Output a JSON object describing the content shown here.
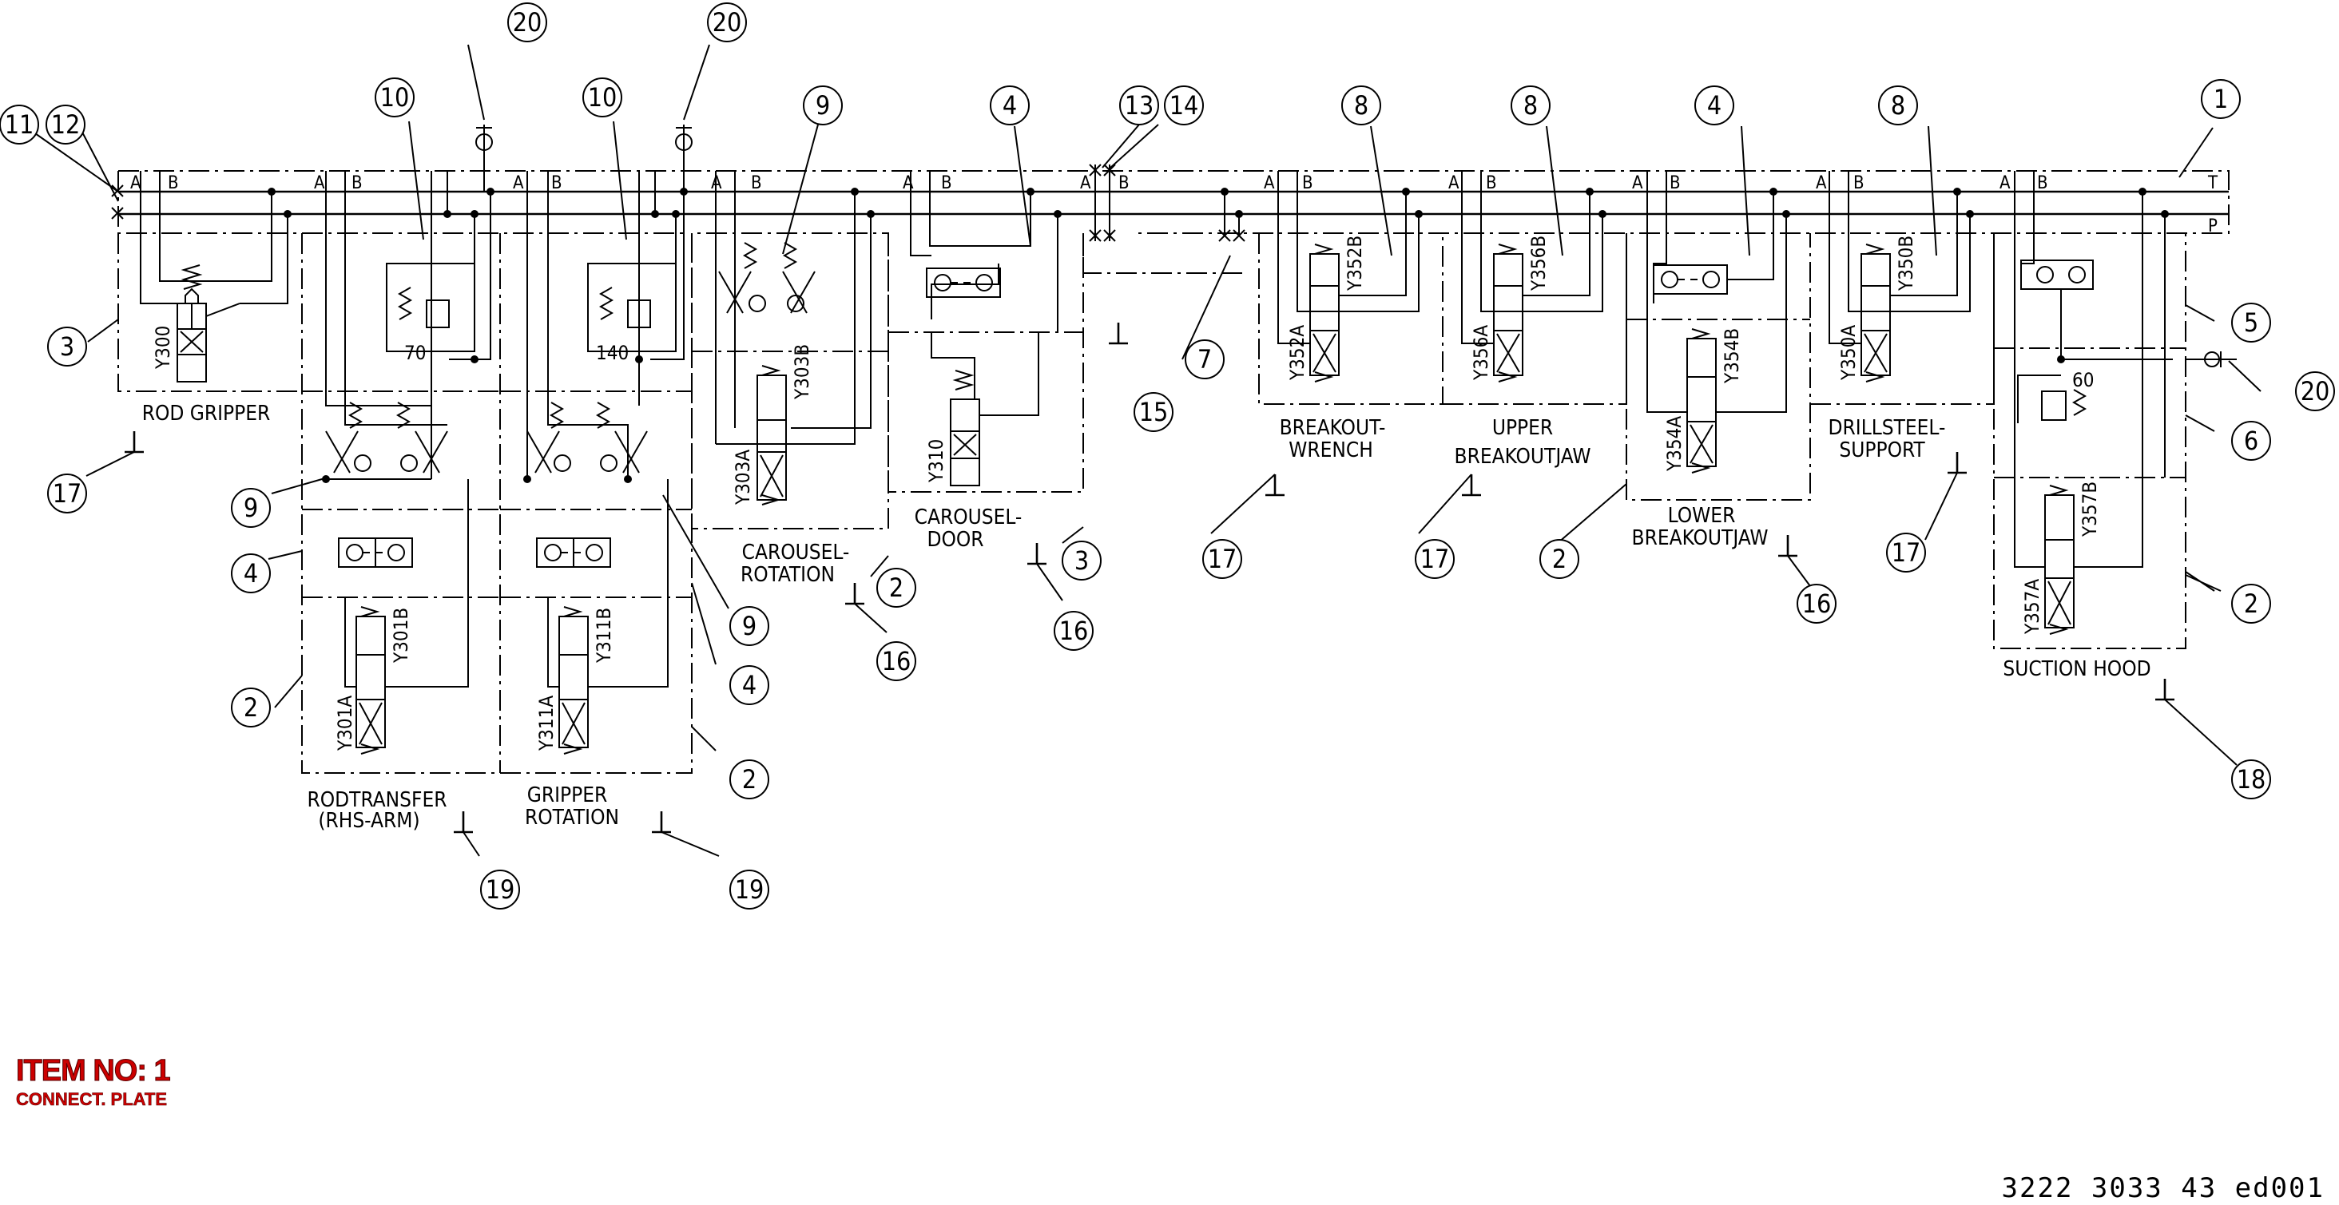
{
  "header": {
    "item_no": "ITEM NO: 1",
    "item_desc": "CONNECT. PLATE"
  },
  "footer": {
    "doc_no": "3222 3033 43 ed001"
  },
  "rail": {
    "t": "T",
    "p": "P",
    "port_a": "A",
    "port_b": "B"
  },
  "sections": {
    "rod_gripper": "ROD GRIPPER",
    "rodtransfer_1": "RODTRANSFER",
    "rodtransfer_2": "(RHS-ARM)",
    "gripper_1": "GRIPPER",
    "gripper_2": "ROTATION",
    "carousel_rot_1": "CAROUSEL-",
    "carousel_rot_2": "ROTATION",
    "carousel_door_1": "CAROUSEL-",
    "carousel_door_2": "DOOR",
    "breakout_1": "BREAKOUT-",
    "breakout_2": "WRENCH",
    "upper_1": "UPPER",
    "upper_2": "BREAKOUTJAW",
    "lower_1": "LOWER",
    "lower_2": "BREAKOUTJAW",
    "drillsteel_1": "DRILLSTEEL-",
    "drillsteel_2": "SUPPORT",
    "suction": "SUCTION HOOD"
  },
  "solenoids": {
    "y300": "Y300",
    "y301a": "Y301A",
    "y301b": "Y301B",
    "y311a": "Y311A",
    "y311b": "Y311B",
    "y303a": "Y303A",
    "y303b": "Y303B",
    "y310": "Y310",
    "y352a": "Y352A",
    "y352b": "Y352B",
    "y356a": "Y356A",
    "y356b": "Y356B",
    "y354a": "Y354A",
    "y354b": "Y354B",
    "y350a": "Y350A",
    "y350b": "Y350B",
    "y357a": "Y357A",
    "y357b": "Y357B"
  },
  "pressures": {
    "p70": "70",
    "p140": "140",
    "p60": "60"
  },
  "balloons": {
    "b1": "1",
    "b2": "2",
    "b3": "3",
    "b4": "4",
    "b5": "5",
    "b6": "6",
    "b7": "7",
    "b8": "8",
    "b9": "9",
    "b10": "10",
    "b11": "11",
    "b12": "12",
    "b13": "13",
    "b14": "14",
    "b15": "15",
    "b16": "16",
    "b17": "17",
    "b18": "18",
    "b19": "19",
    "b20": "20"
  }
}
